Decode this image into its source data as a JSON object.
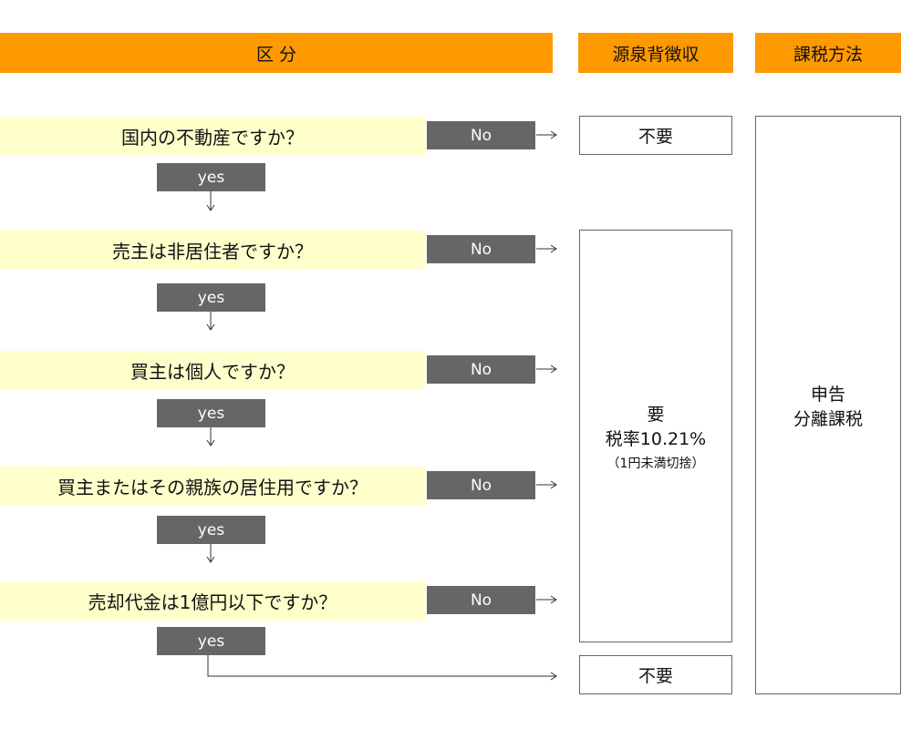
{
  "headers": {
    "category": "区 分",
    "withholding": "源泉背徴収",
    "taxation": "課税方法"
  },
  "questions": [
    "国内の不動産ですか？",
    "売主は非居住者ですか？",
    "買主は個人ですか？",
    "買主またはその親族の居住用ですか？",
    "売却代金は1億円以下ですか？"
  ],
  "no_label": "No",
  "yes_label": "yes",
  "results": {
    "not_required_top": "不要",
    "required": "要",
    "rate": "税率10.21%",
    "rounding": "（1円未満切捨）",
    "not_required_bottom": "不要",
    "taxation_line1": "申告",
    "taxation_line2": "分離課税"
  }
}
